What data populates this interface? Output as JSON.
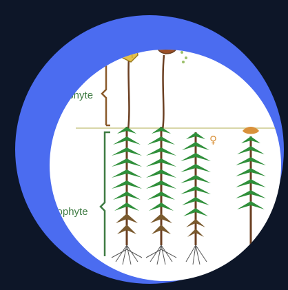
{
  "image": {
    "subject": "moss life cycle illustration (gametophyte leafy shoots with sporophyte capsules)",
    "labels": {
      "sporophyte": "ophyte",
      "gametophyte": "etophyte",
      "female_symbol": "♀"
    },
    "colors": {
      "background": "#0d1628",
      "ring": "#4b6cf0",
      "label_green": "#3e7b42",
      "bracket_brown": "#8a5a2b",
      "leaf_green": "#2f8f3a",
      "stem_brown": "#6b3f22"
    }
  }
}
